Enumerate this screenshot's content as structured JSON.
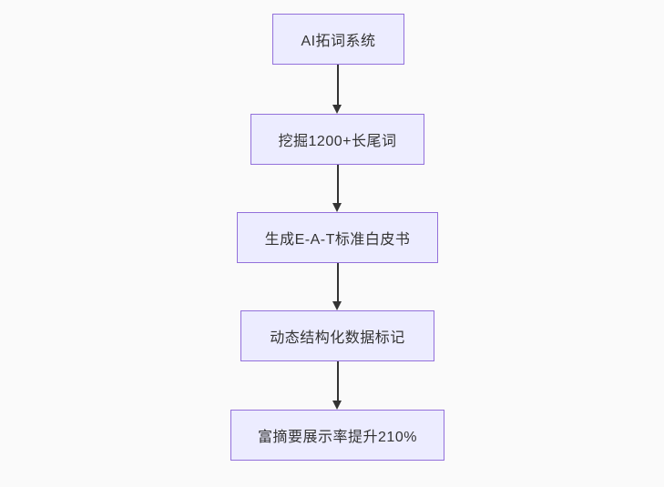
{
  "diagram": {
    "type": "flowchart",
    "direction": "top-down",
    "nodes": [
      {
        "id": "step-1",
        "label": "AI拓词系统"
      },
      {
        "id": "step-2",
        "label": "挖掘1200+长尾词"
      },
      {
        "id": "step-3",
        "label": "生成E-A-T标准白皮书"
      },
      {
        "id": "step-4",
        "label": "动态结构化数据标记"
      },
      {
        "id": "step-5",
        "label": "富摘要展示率提升210%"
      }
    ],
    "edges": [
      {
        "from": "AI拓词系统",
        "to": "挖掘1200+长尾词"
      },
      {
        "from": "挖掘1200+长尾词",
        "to": "生成E-A-T标准白皮书"
      },
      {
        "from": "生成E-A-T标准白皮书",
        "to": "动态结构化数据标记"
      },
      {
        "from": "动态结构化数据标记",
        "to": "富摘要展示率提升210%"
      }
    ]
  },
  "colors": {
    "background": "#fafafa",
    "node_fill": "#ececff",
    "node_border": "#9370db",
    "arrow": "#333333",
    "text": "#333333"
  }
}
